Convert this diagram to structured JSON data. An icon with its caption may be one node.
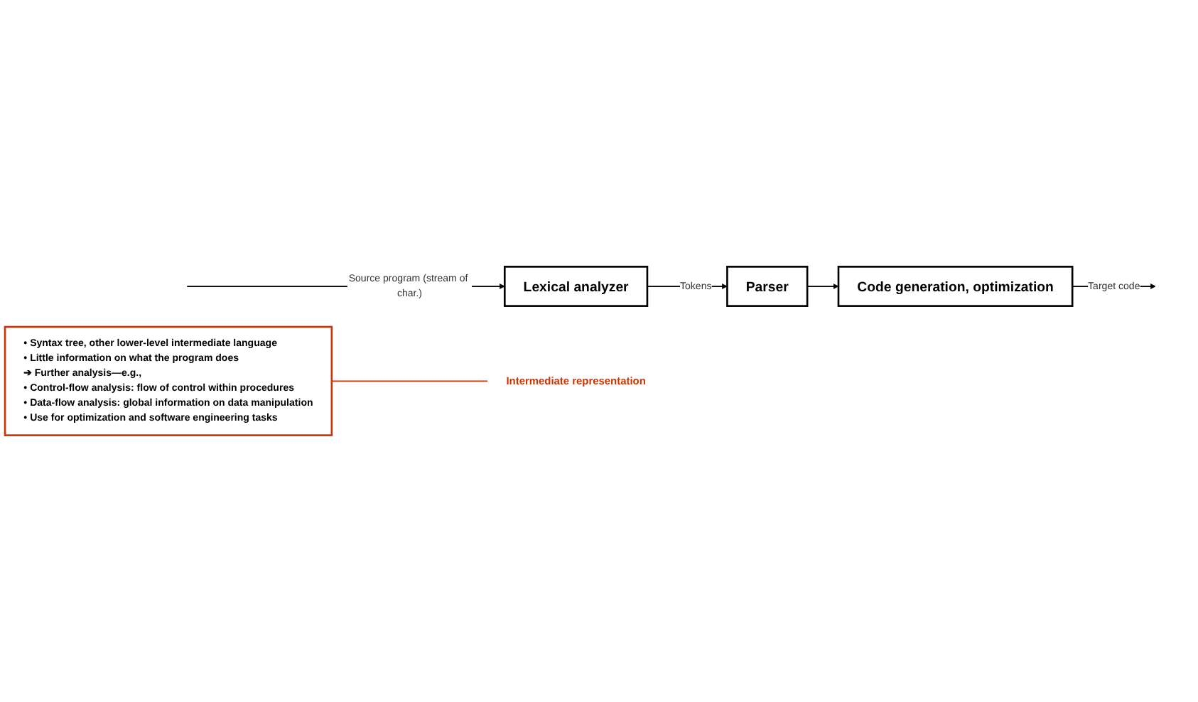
{
  "diagram": {
    "nodes": [
      {
        "text": [
          "Lexical analyzer"
        ]
      },
      {
        "text": [
          "Parser"
        ]
      },
      {
        "text": [
          "Intermediate representation"
        ]
      },
      {
        "text": [
          "• Syntax tree, other lower-level intermediate language",
          "• Little information on what the program does",
          "➔ Further analysis—e.g.,",
          "• Control-flow analysis: flow of control within procedures",
          "• Data-flow analysis: global information on data manipulation",
          "• Use for optimization and software engineering tasks"
        ]
      },
      {
        "text": [
          "Code generation, optimization"
        ]
      }
    ],
    "edges": [
      {
        "from": null,
        "to": 0,
        "arrow": "to",
        "label": "Source program (stream of char.)"
      },
      {
        "from": 0,
        "to": 1,
        "arrow": "to",
        "label": "Tokens"
      },
      {
        "from": 1,
        "to": 4,
        "arrow": "to"
      },
      {
        "from": 3,
        "to": 2,
        "arrow": "none",
        "color": "#cc3300"
      },
      {
        "from": 4,
        "to": null,
        "arrow": "to",
        "label": "Target code"
      }
    ]
  }
}
